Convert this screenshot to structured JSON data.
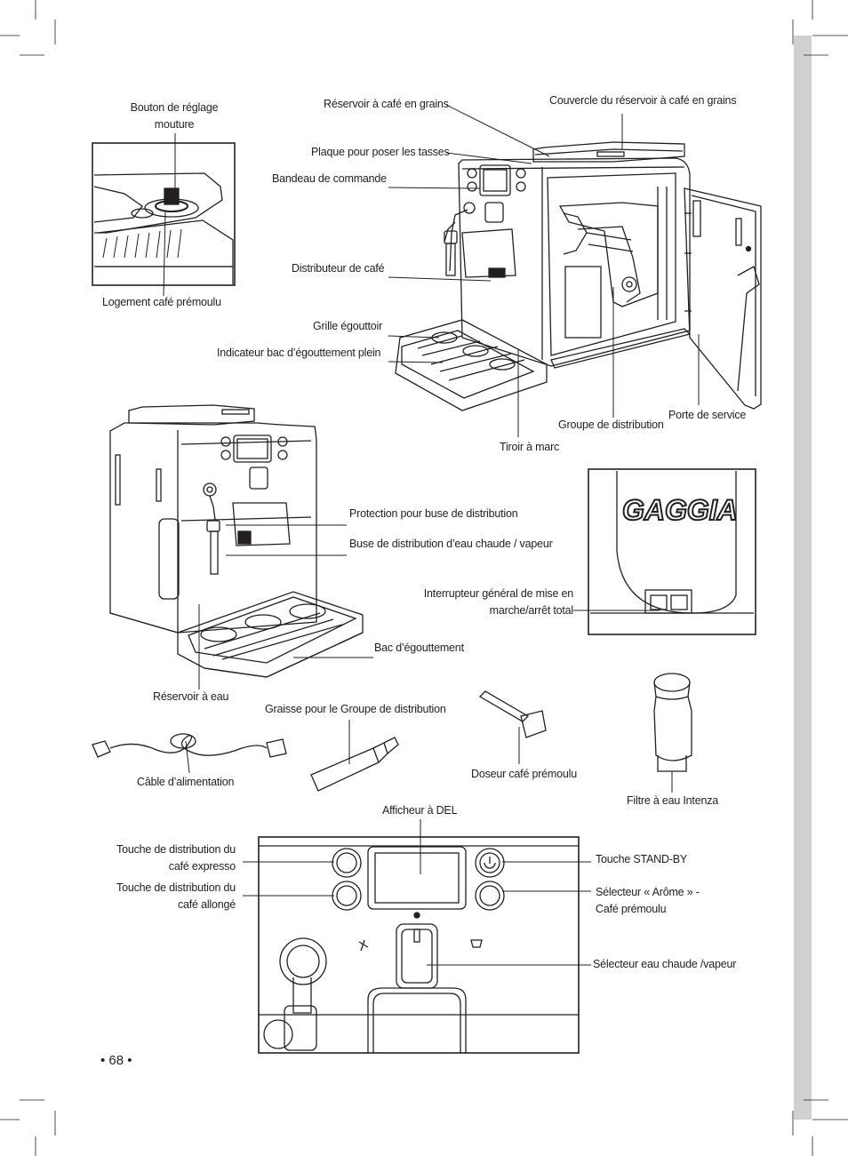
{
  "page_number": "• 68 •",
  "brand": "GAGGIA",
  "labels": {
    "bouton_reglage": "Bouton de réglage\nmouture",
    "logement_cafe": "Logement café prémoulu",
    "reservoir_grains": "Réservoir à café en grains",
    "couvercle": "Couvercle du réservoir à café en grains",
    "plaque_tasses": "Plaque pour poser les tasses",
    "bandeau": "Bandeau de commande",
    "distributeur": "Distributeur de café",
    "grille": "Grille égouttoir",
    "indicateur": "Indicateur bac d’égouttement plein",
    "groupe": "Groupe de distribution",
    "porte": "Porte de service",
    "tiroir": "Tiroir à marc",
    "protection": "Protection pour buse de distribution",
    "buse": "Buse de distribution d’eau chaude / vapeur",
    "interrupteur": "Interrupteur général de mise en\nmarche/arrêt total",
    "bac": "Bac d’égouttement",
    "reservoir_eau": "Réservoir à eau",
    "graisse": "Graisse pour le Groupe de distribution",
    "doseur": "Doseur café prémoulu",
    "cable": "Câble d’alimentation",
    "filtre": "Filtre à eau Intenza",
    "afficheur": "Afficheur à DEL",
    "touche_expresso": "Touche de distribution du\ncafé expresso",
    "touche_allonge": "Touche de distribution du\ncafé allongé",
    "standby": "Touche STAND-BY",
    "selecteur_arome": "Sélecteur « Arôme » -\nCafé prémoulu",
    "selecteur_eau": "Sélecteur eau chaude /vapeur"
  }
}
